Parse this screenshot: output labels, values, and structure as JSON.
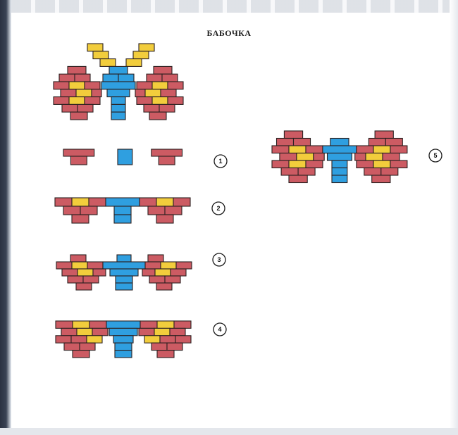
{
  "title": "БАБОЧКА",
  "colors": {
    "wing": "#cc5b63",
    "accent": "#f2cd3c",
    "body": "#2f9fe0",
    "outline": "#2a2020"
  },
  "steps": [
    {
      "label": "1"
    },
    {
      "label": "2"
    },
    {
      "label": "3"
    },
    {
      "label": "4"
    },
    {
      "label": "5"
    }
  ]
}
